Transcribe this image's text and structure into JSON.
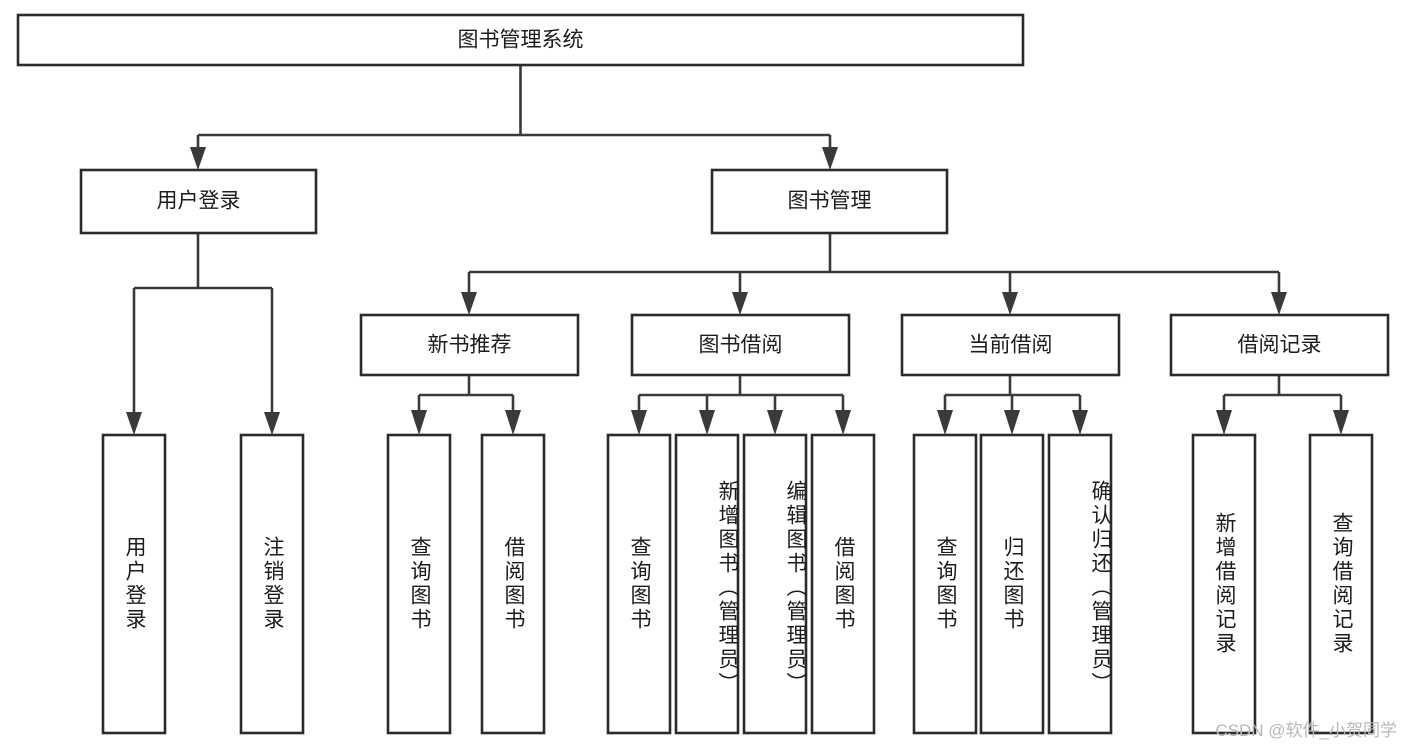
{
  "diagram": {
    "title": "图书管理系统",
    "type": "tree-hierarchy-chart",
    "watermark": "CSDN @软件_小贺同学",
    "colors": {
      "box_stroke": "#2b2b2b",
      "edge_stroke": "#3a3a3a",
      "box_fill": "#ffffff",
      "text": "#1c1c1c",
      "watermark": "#b8b8b8",
      "background": "#ffffff"
    },
    "root": {
      "label": "图书管理系统"
    },
    "level2": [
      {
        "label": "用户登录"
      },
      {
        "label": "图书管理"
      }
    ],
    "level3": [
      {
        "label": "新书推荐"
      },
      {
        "label": "图书借阅"
      },
      {
        "label": "当前借阅"
      },
      {
        "label": "借阅记录"
      }
    ],
    "leaves": {
      "user_login": [
        {
          "label": "用户登录"
        },
        {
          "label": "注销登录"
        }
      ],
      "new_book_recommend": [
        {
          "label": "查询图书"
        },
        {
          "label": "借阅图书"
        }
      ],
      "book_borrow": [
        {
          "label": "查询图书"
        },
        {
          "label": "新增图书（管理员）"
        },
        {
          "label": "编辑图书（管理员）"
        },
        {
          "label": "借阅图书"
        }
      ],
      "current_borrow": [
        {
          "label": "查询图书"
        },
        {
          "label": "归还图书"
        },
        {
          "label": "确认归还（管理员）"
        }
      ],
      "borrow_records": [
        {
          "label": "新增借阅记录"
        },
        {
          "label": "查询借阅记录"
        }
      ]
    }
  }
}
